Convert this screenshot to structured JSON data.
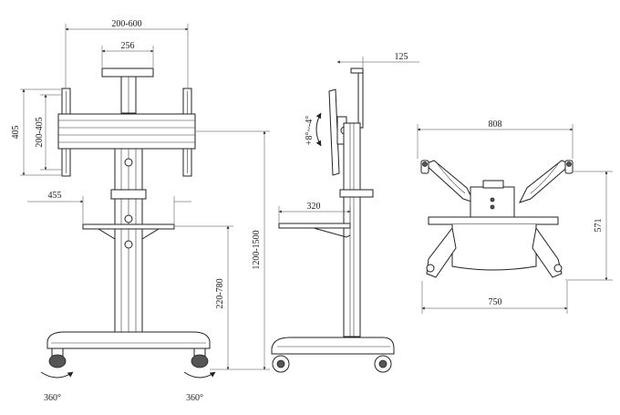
{
  "front_view": {
    "vesa_width": "200-600",
    "top_plate_width": "256",
    "mount_height_outer": "405",
    "vesa_height": "200-405",
    "shelf_width": "455",
    "shelf_height": "220-780",
    "total_height": "1200-1500",
    "caster_left_rotation": "360°",
    "caster_right_rotation": "360°"
  },
  "side_view": {
    "top_offset": "125",
    "shelf_depth": "320",
    "tilt_range": "+8°~-4°"
  },
  "base_view": {
    "overall_width": "808",
    "depth": "571",
    "base_width": "750"
  }
}
